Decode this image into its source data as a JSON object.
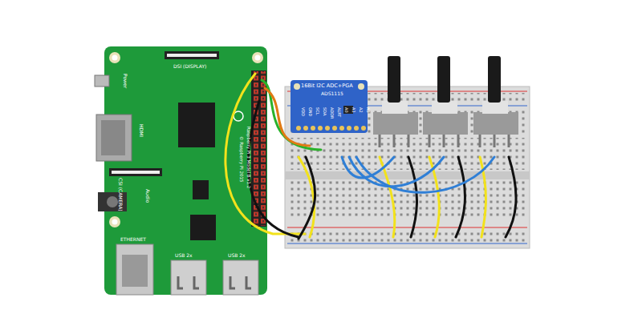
{
  "diagram": {
    "labels": [
      "Power",
      "DSI (DISPLAY)",
      "HDMI",
      "CSI (CAMERA)",
      "Audio",
      "ETHERNET",
      "USB 2x",
      "USB 2x",
      "Raspberry Pi 3 Model B v1.2",
      "© Raspberry Pi 2015",
      "16Bit I2C ADC+PGA",
      "ADS1115",
      "VDD",
      "GND",
      "SCL",
      "SDA",
      "ADDR",
      "ALRT",
      "A0",
      "A1",
      "A2",
      "A3"
    ]
  }
}
